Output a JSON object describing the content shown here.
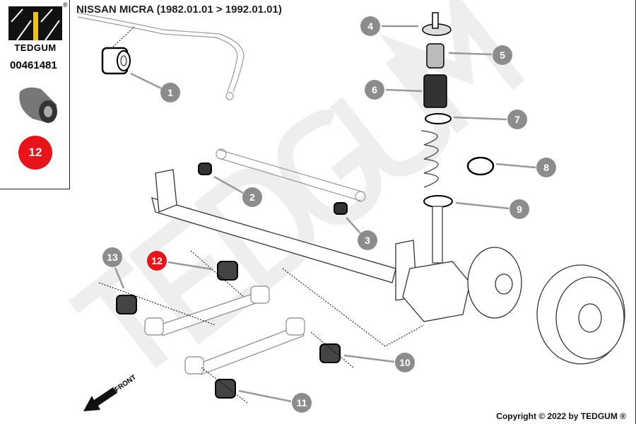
{
  "sidebar": {
    "brand": "TEDGUM",
    "part_number": "00461481",
    "selected_callout": "12",
    "registered_mark": "®"
  },
  "header": {
    "title": "NISSAN MICRA  (1982.01.01 > 1992.01.01)"
  },
  "diagram": {
    "watermark": "TEDGUM",
    "front_label": "FRONT",
    "callouts": [
      "1",
      "2",
      "3",
      "4",
      "5",
      "6",
      "7",
      "8",
      "9",
      "10",
      "11",
      "12",
      "13"
    ],
    "highlight_color": "#e8141a",
    "callout_color": "#8c8c8c"
  },
  "footer": {
    "copyright": "Copyright © 2022 by TEDGUM ®"
  }
}
